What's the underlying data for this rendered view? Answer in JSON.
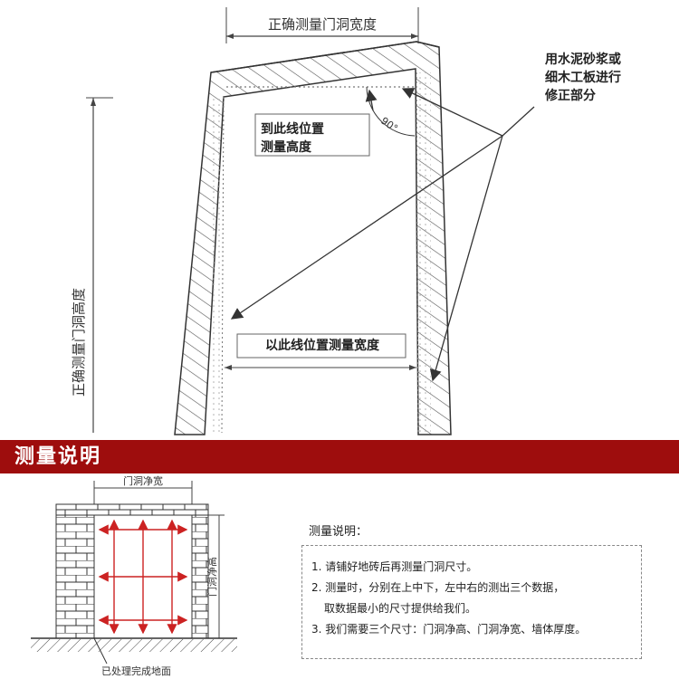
{
  "top": {
    "dim_top_label": "正确测量门洞宽度",
    "dim_left_label": "正确测量门洞高度",
    "angle_label": "90°",
    "note_right": [
      "用水泥砂浆或",
      "细木工板进行",
      "修正部分"
    ],
    "note_height_line": [
      "到此线位置",
      "测量高度"
    ],
    "label_width_line": "以此线位置测量宽度"
  },
  "banner": {
    "title": "测量说明"
  },
  "bottom": {
    "net_width_label": "门洞净宽",
    "net_height_label": "门洞净高",
    "ground_label": "已处理完成地面"
  },
  "info": {
    "title": "测量说明：",
    "items": [
      "1. 请铺好地砖后再测量门洞尺寸。",
      "2. 测量时，分别在上中下，左中右的测出三个数据，",
      "取数据最小的尺寸提供给我们。",
      "3. 我们需要三个尺寸：门洞净高、门洞净宽、墙体厚度。"
    ]
  },
  "colors": {
    "banner": "#9e0d0d",
    "line": "#444444",
    "arrow_red": "#cc2222"
  }
}
